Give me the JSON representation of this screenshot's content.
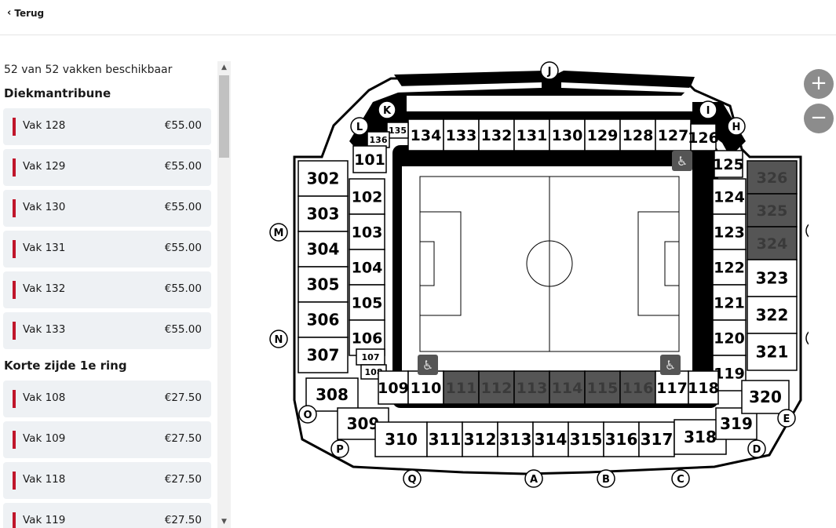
{
  "header": {
    "back_label": "Terug"
  },
  "availability": "52 van 52 vakken beschikbaar",
  "groups": [
    {
      "title": "Diekmantribune",
      "items": [
        {
          "name": "Vak 128",
          "price": "€55.00"
        },
        {
          "name": "Vak 129",
          "price": "€55.00"
        },
        {
          "name": "Vak 130",
          "price": "€55.00"
        },
        {
          "name": "Vak 131",
          "price": "€55.00"
        },
        {
          "name": "Vak 132",
          "price": "€55.00"
        },
        {
          "name": "Vak 133",
          "price": "€55.00"
        }
      ]
    },
    {
      "title": "Korte zijde 1e ring",
      "items": [
        {
          "name": "Vak 108",
          "price": "€27.50"
        },
        {
          "name": "Vak 109",
          "price": "€27.50"
        },
        {
          "name": "Vak 118",
          "price": "€27.50"
        },
        {
          "name": "Vak 119",
          "price": "€27.50"
        }
      ]
    }
  ],
  "map": {
    "gates": [
      "J",
      "K",
      "I",
      "L",
      "H",
      "M",
      "G",
      "N",
      "F",
      "O",
      "E",
      "P",
      "D",
      "Q",
      "A",
      "B",
      "C"
    ],
    "sections_north": [
      "134",
      "133",
      "132",
      "131",
      "130",
      "129",
      "128",
      "127"
    ],
    "sections_north_small": [
      "135",
      "136"
    ],
    "section_126": "126",
    "section_125": "125",
    "sections_west_inner": [
      "101",
      "102",
      "103",
      "104",
      "105",
      "106"
    ],
    "sections_west_small": [
      "107",
      "108"
    ],
    "sections_west_outer": [
      "302",
      "303",
      "304",
      "305",
      "306",
      "307"
    ],
    "sections_east_inner": [
      "124",
      "123",
      "122",
      "121",
      "120",
      "119"
    ],
    "sections_east_outer_unavailable": [
      "326",
      "325",
      "324"
    ],
    "sections_east_outer": [
      "323",
      "322",
      "321"
    ],
    "sections_south_inner": [
      "109",
      "110"
    ],
    "sections_south_unavailable": [
      "111",
      "112",
      "113",
      "114",
      "115",
      "116"
    ],
    "sections_south_inner_right": [
      "117",
      "118"
    ],
    "sections_south_outer": [
      "308",
      "309",
      "310",
      "311",
      "312",
      "313",
      "314",
      "315",
      "316",
      "317",
      "318",
      "319",
      "320"
    ],
    "colors": {
      "unavailable": "#555555",
      "unavailable_text": "#3a3a3a",
      "accent": "#c0162b"
    }
  },
  "zoom": {
    "in": "+",
    "out": "−"
  }
}
